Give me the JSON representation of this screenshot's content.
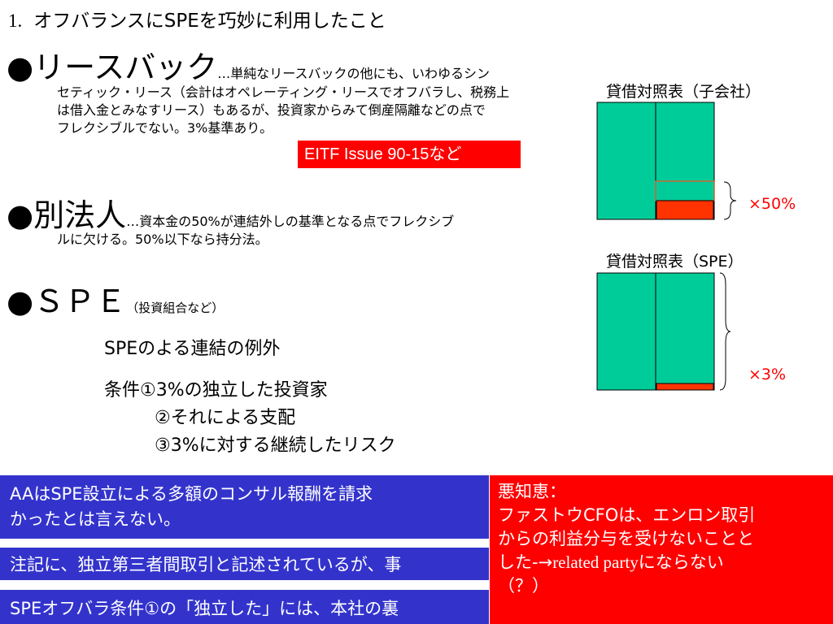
{
  "title": {
    "number": "1.",
    "text": "オフバランスにSPEを巧妙に利用したこと"
  },
  "sections": {
    "leaseback": {
      "bullet": "●",
      "heading": "リースバック",
      "lead": "…単純なリースバックの他にも、いわゆるシン",
      "lines": [
        "セティック・リース（会計はオペレーティング・リースでオフバラし、税務上",
        "は借入金とみなすリース）もあるが、投資家からみて倒産隔離などの点で",
        "フレクシブルでない。3%基準あり。"
      ],
      "tag": "EITF Issue 90-15など"
    },
    "subsidiary": {
      "bullet": "●",
      "heading": "別法人",
      "lead": "…資本金の50%が連結外しの基準となる点でフレクシブ",
      "lines": [
        "ルに欠ける。50%以下なら持分法。"
      ]
    },
    "spe": {
      "bullet": "●",
      "heading": "ＳＰＥ",
      "note": "（投資組合など）",
      "exception": "SPEのよる連結の例外",
      "conditions": [
        "条件①3%の独立した投資家",
        "②それによる支配",
        "③3%に対する継続したリスク"
      ]
    }
  },
  "diagrams": {
    "subsidiary": {
      "label": "貸借対照表（子会社）",
      "multiplier": "×50%"
    },
    "spe": {
      "label": "貸借対照表（SPE）",
      "multiplier": "×3%"
    }
  },
  "banners": [
    "AAはSPE設立による多額のコンサル報酬を請求",
    "かったとは言えない。",
    "注記に、独立第三者間取引と記述されているが、事",
    "SPEオフバラ条件①の「独立した」には、本社の裏"
  ],
  "overlay": {
    "title": "悪知恵：",
    "lines": [
      "ファストウCFOは、エンロン取引",
      "からの利益分与を受けないことと"
    ],
    "last_prefix": "した-",
    "arrow": "→",
    "last_serif": "related party",
    "last_suffix": "にならない",
    "final": "（？）"
  },
  "colors": {
    "green": "#00cc99",
    "red": "#ff0000",
    "blue": "#3333cc"
  }
}
